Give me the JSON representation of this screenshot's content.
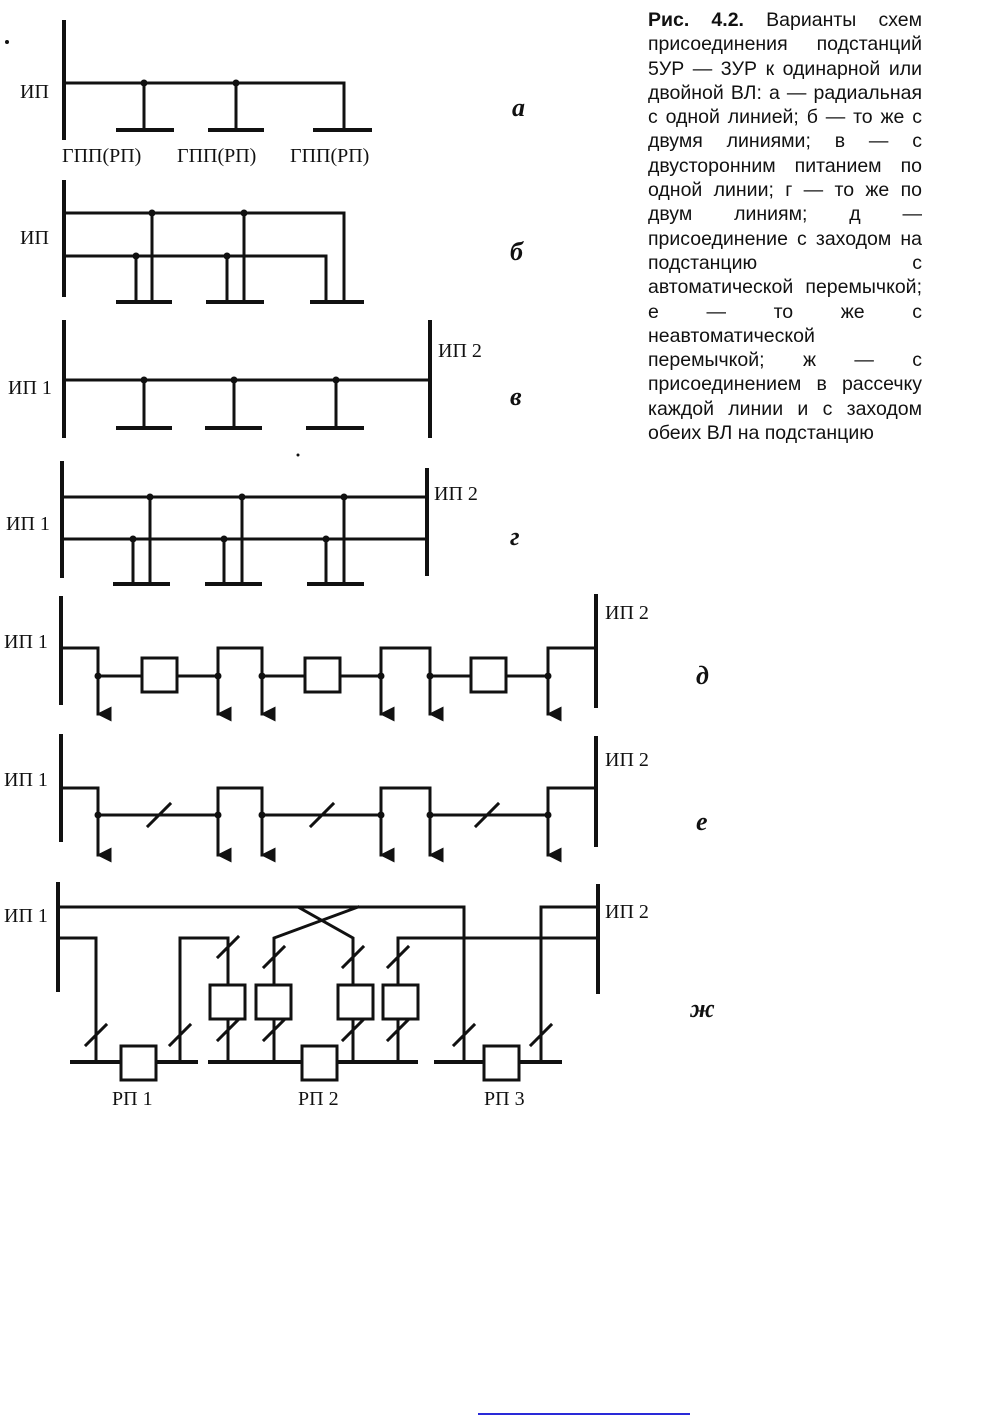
{
  "caption": {
    "title": "Рис. 4.2.",
    "text": " Варианты схем присоединения подстанций 5УР — 3УР к одинарной или двойной ВЛ: а — радиальная с одной линией; б — то же с двумя линиями; в — с двусторонним питанием по одной линии; г — то же по двум линиям; д — присоединение с заходом на подстанцию с автоматической перемычкой; е — то же с неавтоматической перемычкой; ж — с присоединением в рассечку каждой линии и с заходом обеих ВЛ на подстанцию"
  },
  "schemes": {
    "a": {
      "letter": "а",
      "source": "ИП",
      "loads": [
        "ГПП(РП)",
        "ГПП(РП)",
        "ГПП(РП)"
      ]
    },
    "b": {
      "letter": "б",
      "source": "ИП"
    },
    "v": {
      "letter": "в",
      "source_left": "ИП 1",
      "source_right": "ИП 2"
    },
    "g": {
      "letter": "г",
      "source_left": "ИП 1",
      "source_right": "ИП 2"
    },
    "d": {
      "letter": "д",
      "source_left": "ИП 1",
      "source_right": "ИП 2"
    },
    "e": {
      "letter": "е",
      "source_left": "ИП 1",
      "source_right": "ИП 2"
    },
    "zh": {
      "letter": "ж",
      "source_left": "ИП 1",
      "source_right": "ИП 2",
      "buses": [
        "РП 1",
        "РП 2",
        "РП 3"
      ]
    }
  }
}
